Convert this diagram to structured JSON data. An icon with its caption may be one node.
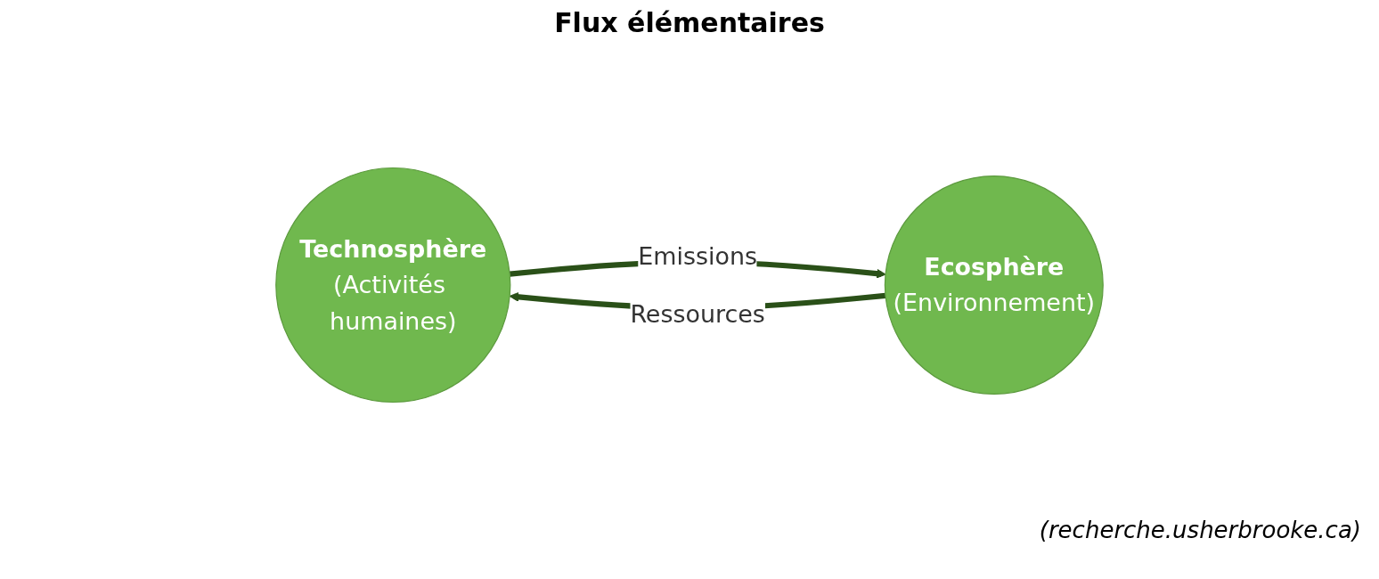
{
  "diagram": {
    "nodes": [
      {
        "text": [
          "Technosphère",
          "(Activités humaines)"
        ]
      },
      {
        "text": [
          "Ecosphère",
          "(Environnement)"
        ]
      }
    ],
    "edges": [
      {
        "from": 1,
        "to": 0,
        "arrow": "to",
        "label": "Ressources"
      },
      {
        "from": 0,
        "to": 1,
        "arrow": "to",
        "label": "Emissions"
      }
    ],
    "labels": [
      "Flux élémentaires",
      "(recherche.usherbrooke.ca)"
    ]
  }
}
